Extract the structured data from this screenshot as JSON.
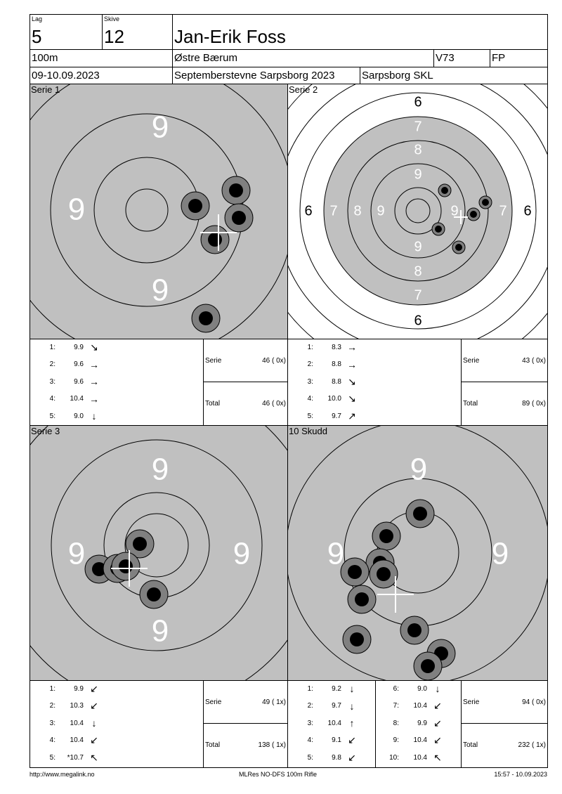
{
  "header": {
    "lag_label": "Lag",
    "lag": "5",
    "skive_label": "Skive",
    "skive": "12",
    "name": "Jan-Erik Foss",
    "distance": "100m",
    "club": "Østre Bærum",
    "class": "V73",
    "weapon": "FP",
    "date": "09-10.09.2023",
    "event": "Septemberstevne Sarpsborg 2023",
    "organizer": "Sarpsborg SKL"
  },
  "panels": [
    {
      "title": "Serie 1",
      "labels": [
        "9",
        "9",
        "9"
      ]
    },
    {
      "title": "Serie 2",
      "labels": [
        "6",
        "7",
        "8",
        "9",
        "6",
        "7",
        "8",
        "9",
        "9",
        "7",
        "6",
        "9",
        "8",
        "7",
        "6"
      ]
    },
    {
      "title": "Serie 3",
      "labels": [
        "9",
        "9",
        "9",
        "9"
      ]
    },
    {
      "title": "10 Skudd",
      "labels": [
        "9",
        "9",
        "9"
      ]
    }
  ],
  "tables": [
    {
      "shots": [
        {
          "n": "1:",
          "v": "9.9",
          "a": "↘"
        },
        {
          "n": "2:",
          "v": "9.6",
          "a": "→"
        },
        {
          "n": "3:",
          "v": "9.6",
          "a": "→"
        },
        {
          "n": "4:",
          "v": "10.4",
          "a": "→"
        },
        {
          "n": "5:",
          "v": "9.0",
          "a": "↓"
        }
      ],
      "serie_label": "Serie",
      "serie": "46 ( 0x)",
      "total_label": "Total",
      "total": "46 ( 0x)"
    },
    {
      "shots": [
        {
          "n": "1:",
          "v": "8.3",
          "a": "→"
        },
        {
          "n": "2:",
          "v": "8.8",
          "a": "→"
        },
        {
          "n": "3:",
          "v": "8.8",
          "a": "↘"
        },
        {
          "n": "4:",
          "v": "10.0",
          "a": "↘"
        },
        {
          "n": "5:",
          "v": "9.7",
          "a": "↗"
        }
      ],
      "serie_label": "Serie",
      "serie": "43 ( 0x)",
      "total_label": "Total",
      "total": "89 ( 0x)"
    },
    {
      "shots": [
        {
          "n": "1:",
          "v": "9.9",
          "a": "↙"
        },
        {
          "n": "2:",
          "v": "10.3",
          "a": "↙"
        },
        {
          "n": "3:",
          "v": "10.4",
          "a": "↓"
        },
        {
          "n": "4:",
          "v": "10.4",
          "a": "↙"
        },
        {
          "n": "5:",
          "v": "*10.7",
          "a": "↖"
        }
      ],
      "serie_label": "Serie",
      "serie": "49 ( 1x)",
      "total_label": "Total",
      "total": "138 ( 1x)"
    },
    {
      "shots": [
        {
          "n": "1:",
          "v": "9.2",
          "a": "↓"
        },
        {
          "n": "2:",
          "v": "9.7",
          "a": "↓"
        },
        {
          "n": "3:",
          "v": "10.4",
          "a": "↑"
        },
        {
          "n": "4:",
          "v": "9.1",
          "a": "↙"
        },
        {
          "n": "5:",
          "v": "9.8",
          "a": "↙"
        },
        {
          "n": "6:",
          "v": "9.0",
          "a": "↓"
        },
        {
          "n": "7:",
          "v": "10.4",
          "a": "↙"
        },
        {
          "n": "8:",
          "v": "9.9",
          "a": "↙"
        },
        {
          "n": "9:",
          "v": "10.4",
          "a": "↙"
        },
        {
          "n": "10:",
          "v": "10.4",
          "a": "↖"
        }
      ],
      "serie_label": "Serie",
      "serie": "94 ( 0x)",
      "total_label": "Total",
      "total": "232 ( 1x)"
    }
  ],
  "footer": {
    "left": "http://www.megalink.no",
    "center": "MLRes NO-DFS 100m Rifle",
    "right": "15:57 - 10.09.2023"
  }
}
